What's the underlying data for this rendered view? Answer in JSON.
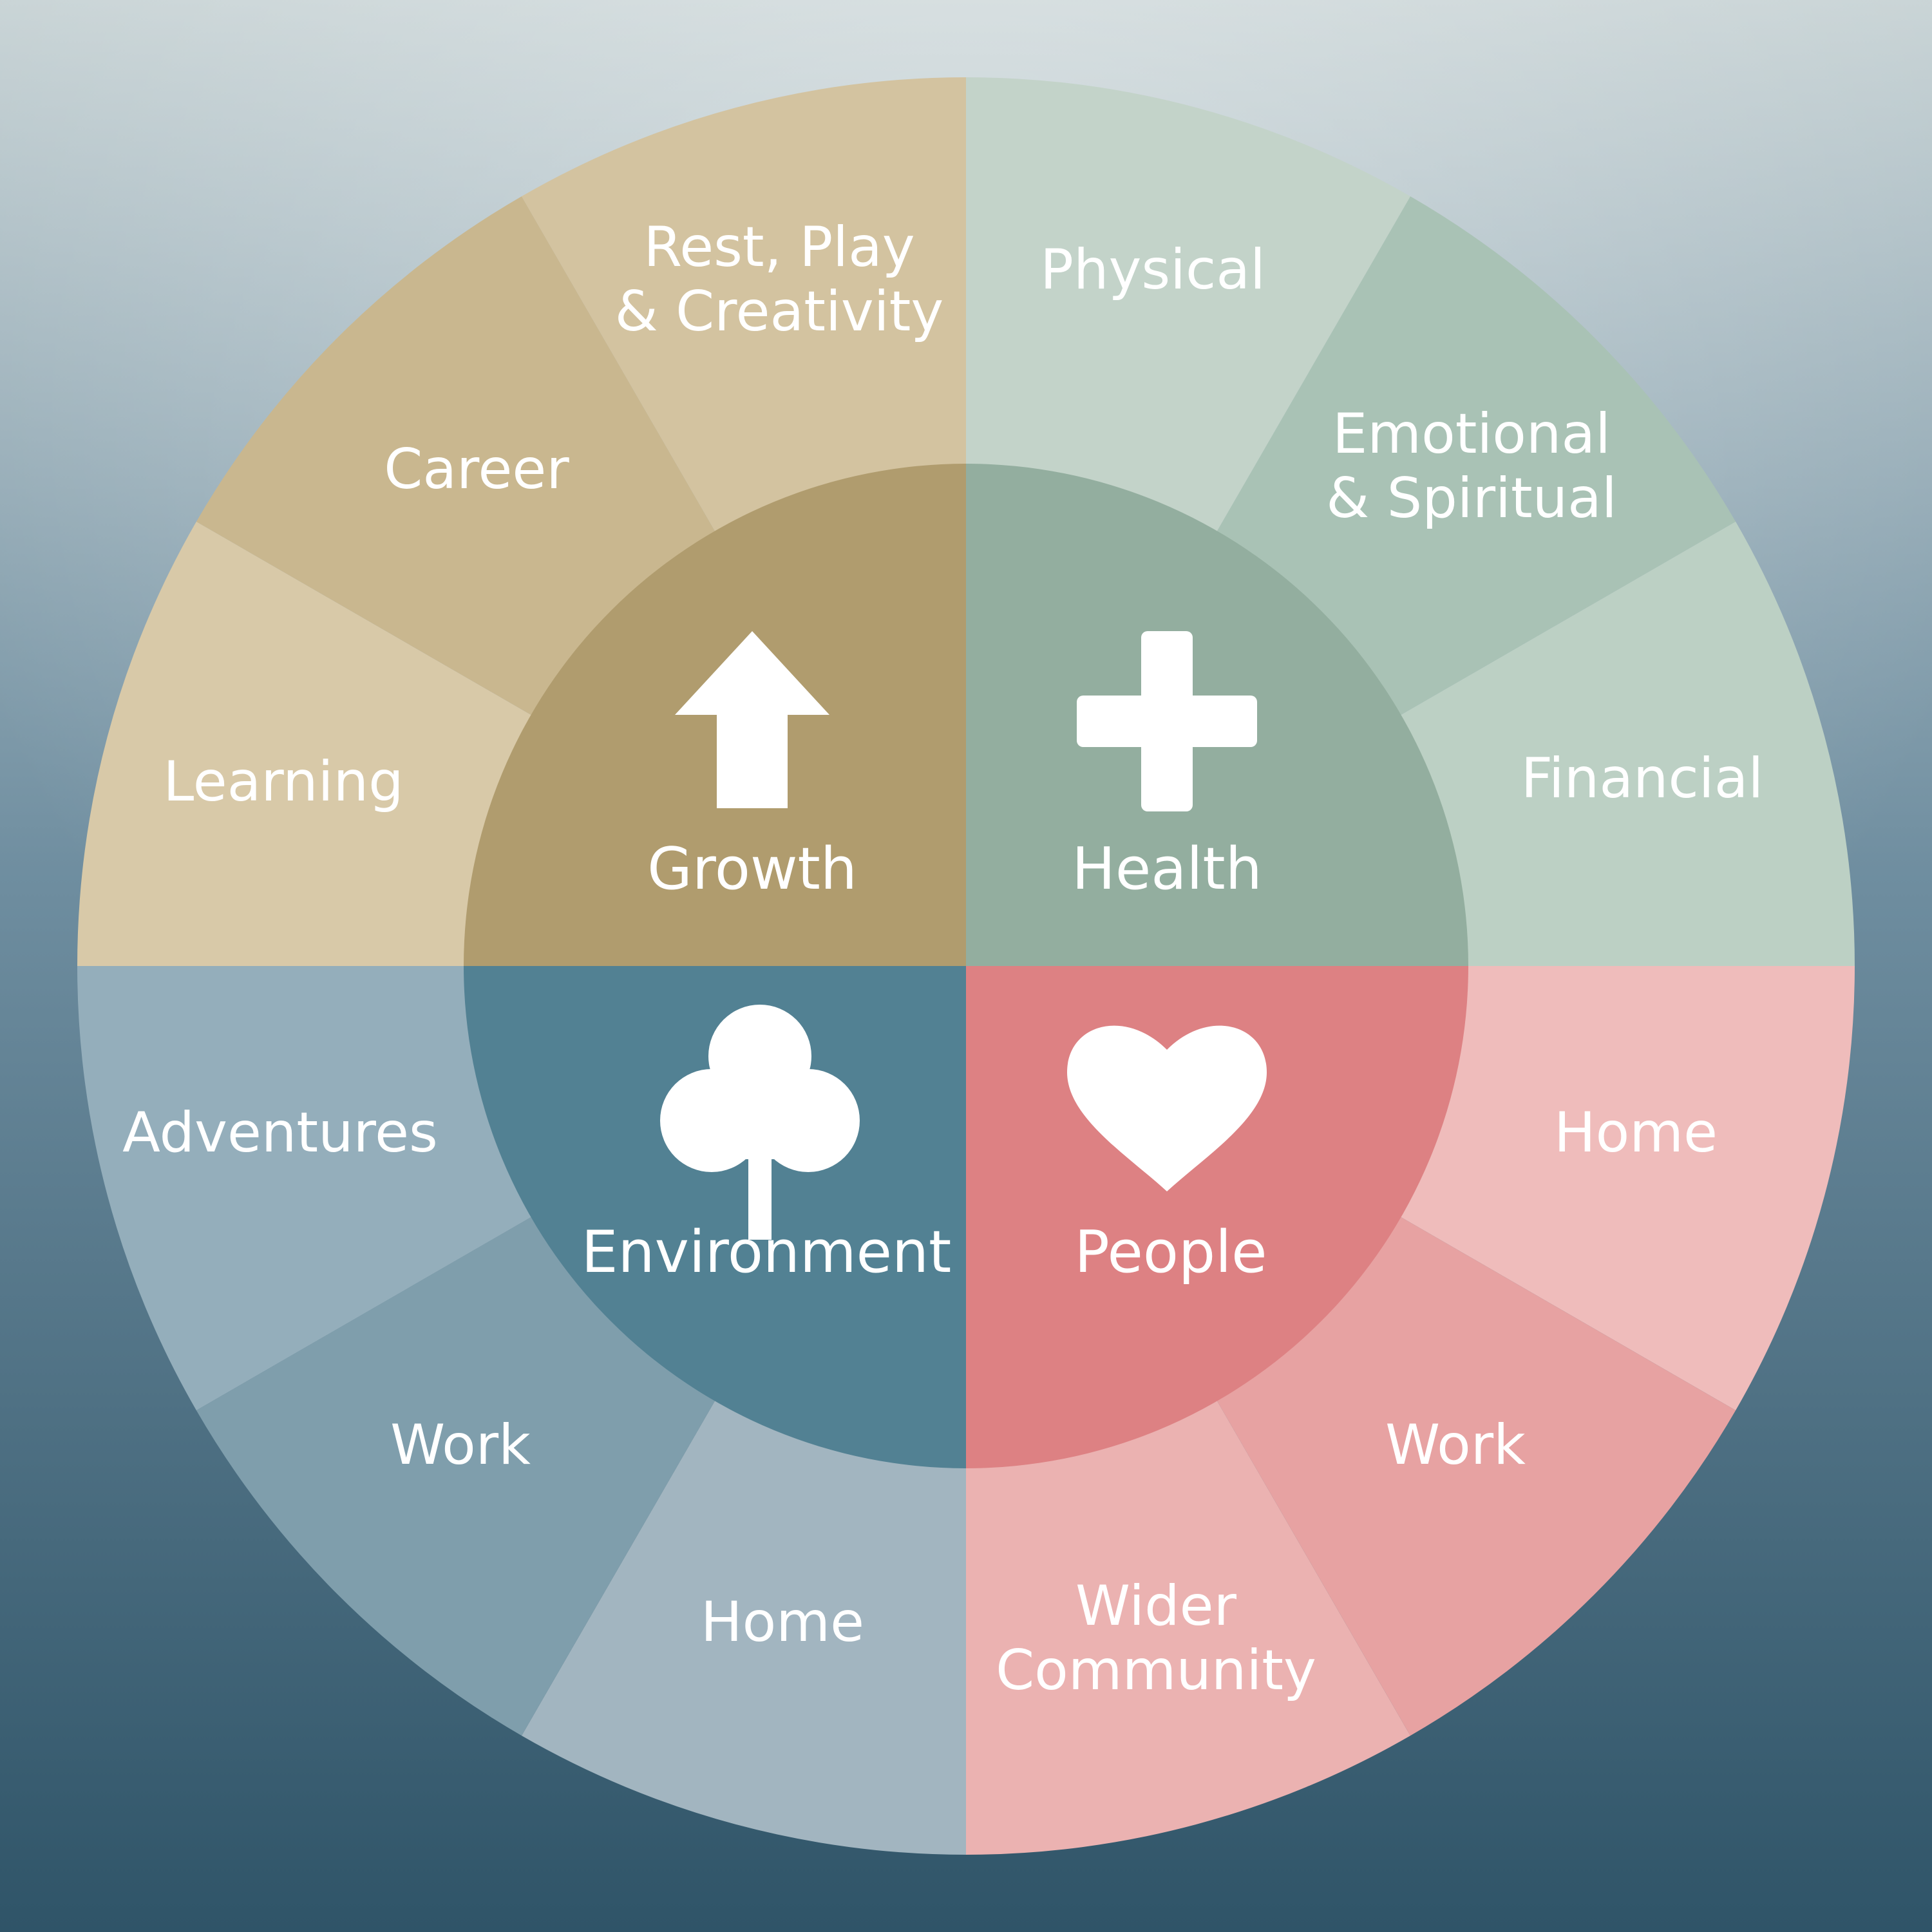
{
  "diagram": {
    "type": "life-balance-wheel",
    "colors": {
      "background_top": "#c9d4d6",
      "background_bottom": "#2f5468",
      "growth_core": "#b09c6e",
      "health_core": "#93ae9f",
      "environment_core": "#528193",
      "people_core": "#dd8183",
      "icon": "#ffffff",
      "text": "#ffffff"
    },
    "quadrants": [
      {
        "id": "growth",
        "name": "Growth",
        "icon": "arrow-up-icon",
        "core_color": "#b09c6e",
        "segments": [
          {
            "lines": [
              "Learning"
            ],
            "color": "#d8c9a8"
          },
          {
            "lines": [
              "Career"
            ],
            "color": "#c9b78f"
          },
          {
            "lines": [
              "Rest, Play",
              "& Creativity"
            ],
            "color": "#d3c3a0"
          }
        ]
      },
      {
        "id": "health",
        "name": "Health",
        "icon": "plus-icon",
        "core_color": "#93ae9f",
        "segments": [
          {
            "lines": [
              "Physical"
            ],
            "color": "#c3d3c9"
          },
          {
            "lines": [
              "Emotional",
              "& Spiritual"
            ],
            "color": "#a9c2b5"
          },
          {
            "lines": [
              "Financial"
            ],
            "color": "#bcd0c4"
          }
        ]
      },
      {
        "id": "people",
        "name": "People",
        "icon": "heart-icon",
        "core_color": "#dd8183",
        "segments": [
          {
            "lines": [
              "Home"
            ],
            "color": "#efbcbb"
          },
          {
            "lines": [
              "Work"
            ],
            "color": "#e7a2a2"
          },
          {
            "lines": [
              "Wider",
              "Community"
            ],
            "color": "#ebb2b1"
          }
        ]
      },
      {
        "id": "environment",
        "name": "Environment",
        "icon": "tree-icon",
        "core_color": "#528193",
        "segments": [
          {
            "lines": [
              "Home"
            ],
            "color": "#a2b5c0"
          },
          {
            "lines": [
              "Work"
            ],
            "color": "#7f9eac"
          },
          {
            "lines": [
              "Adventures"
            ],
            "color": "#94aebb"
          }
        ]
      }
    ]
  }
}
